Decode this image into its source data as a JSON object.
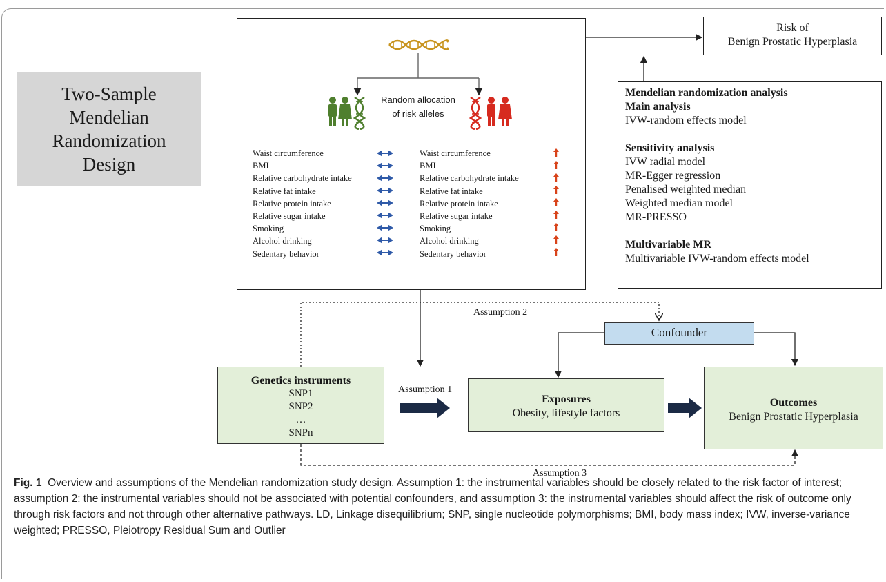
{
  "title_lines": [
    "Two-Sample",
    "Mendelian",
    "Randomization",
    "Design"
  ],
  "allocation_label_lines": [
    "Random allocation",
    "of risk alleles"
  ],
  "traits": [
    "Waist circumference",
    "BMI",
    "Relative carbohydrate intake",
    "Relative fat intake",
    "Relative protein intake",
    "Relative sugar intake",
    "Smoking",
    "Alcohol drinking",
    "Sedentary behavior"
  ],
  "risk_lines": [
    "Risk of",
    "Benign Prostatic Hyperplasia"
  ],
  "analysis": {
    "heading": "Mendelian randomization analysis",
    "main_heading": "Main analysis",
    "main_items": [
      "IVW-random effects model"
    ],
    "sens_heading": "Sensitivity analysis",
    "sens_items": [
      "IVW radial model",
      "MR-Egger regression",
      "Penalised weighted median",
      "Weighted median model",
      "MR-PRESSO"
    ],
    "multi_heading": "Multivariable MR",
    "multi_items": [
      "Multivariable IVW-random effects model"
    ]
  },
  "genetics": {
    "title": "Genetics instruments",
    "items": [
      "SNP1",
      "SNP2",
      "…",
      "SNPn"
    ]
  },
  "exposures": {
    "title": "Exposures",
    "subtitle": "Obesity, lifestyle factors"
  },
  "outcomes": {
    "title": "Outcomes",
    "subtitle": "Benign Prostatic Hyperplasia"
  },
  "confounder": "Confounder",
  "assumptions": {
    "a1": "Assumption 1",
    "a2": "Assumption 2",
    "a3": "Assumption 3"
  },
  "caption": {
    "label": "Fig. 1",
    "text": "Overview and assumptions of the Mendelian randomization study design. Assumption 1: the instrumental variables should be closely related to the risk factor of interest; assumption 2: the instrumental variables should not be associated with potential confounders, and assumption 3: the instrumental variables should affect the risk of outcome only through risk factors and not through other alternative pathways. LD, Linkage disequilibrium; SNP, single nucleotide polymorphisms; BMI, body mass index; IVW, inverse-variance weighted; PRESSO, Pleiotropy Residual Sum and Outlier"
  },
  "colors": {
    "green_group": "#4f7f2e",
    "red_group": "#d62a1f",
    "blue_arrow": "#2f5aa8",
    "orange_arrow": "#d8431a"
  }
}
